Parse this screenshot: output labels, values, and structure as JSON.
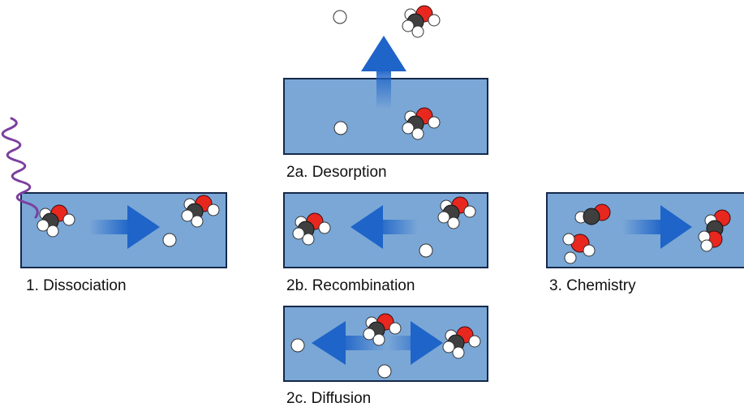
{
  "colors": {
    "panel_fill": "#7aa7d6",
    "panel_border": "#15294a",
    "arrow_blue": "#1f64c8",
    "oxygen": "#e8271f",
    "carbon": "#3f3f3f",
    "hydrogen": "#ffffff",
    "photon": "#7c3f9e"
  },
  "panels": {
    "dissociation": {
      "label": "1. Dissociation"
    },
    "desorption": {
      "label": "2a. Desorption"
    },
    "recombination": {
      "label": "2b. Recombination"
    },
    "diffusion": {
      "label": "2c. Diffusion"
    },
    "chemistry": {
      "label": "3. Chemistry"
    }
  }
}
